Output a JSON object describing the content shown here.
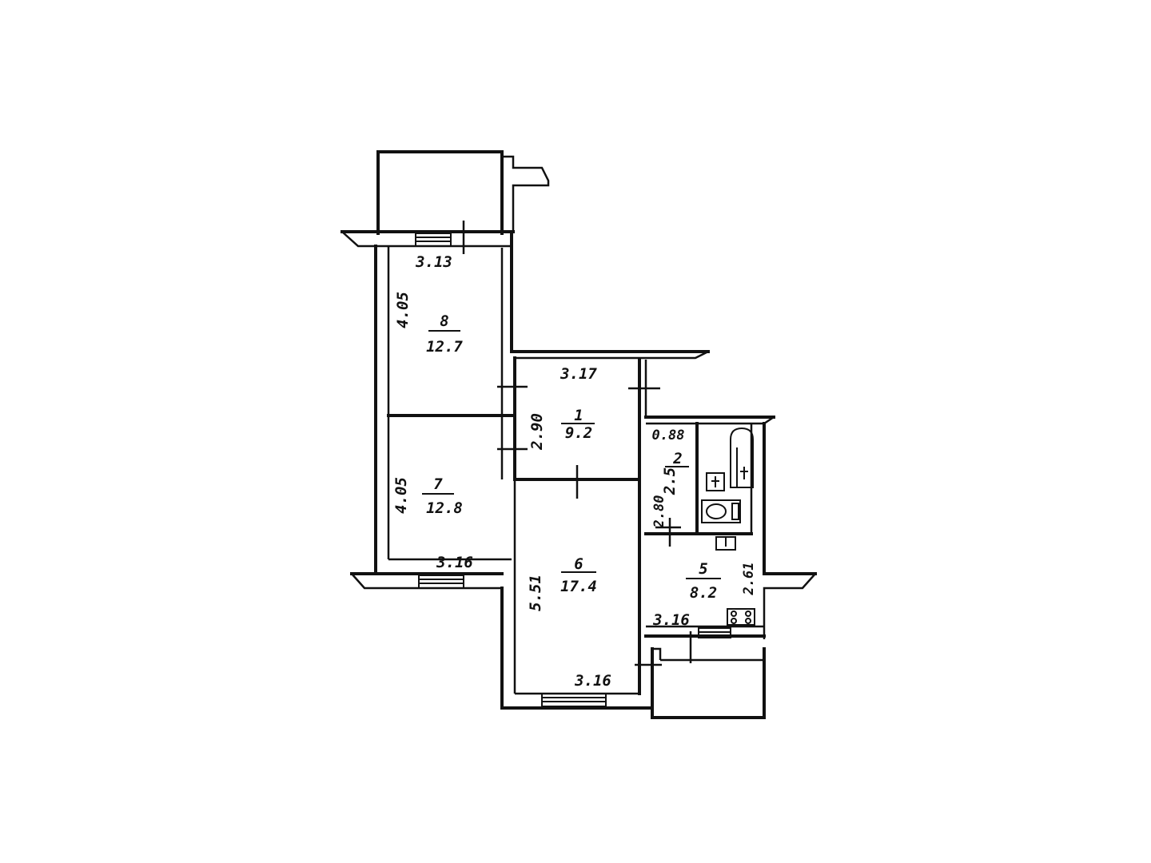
{
  "rooms": [
    {
      "number": "1",
      "area": "9.2"
    },
    {
      "number": "2",
      "area": "2.5"
    },
    {
      "number": "5",
      "area": "8.2"
    },
    {
      "number": "6",
      "area": "17.4"
    },
    {
      "number": "7",
      "area": "12.8"
    },
    {
      "number": "8",
      "area": "12.7"
    }
  ],
  "dimensions": {
    "room8_width": "3.13",
    "room8_length": "4.05",
    "room7_length": "4.05",
    "room7_width": "3.16",
    "room1_width": "3.17",
    "room1_length": "2.90",
    "room6_length": "5.51",
    "room6_width": "3.16",
    "room2_width": "0.88",
    "room2_length": "2.80",
    "room5_length": "2.61",
    "room5_width": "3.16"
  }
}
